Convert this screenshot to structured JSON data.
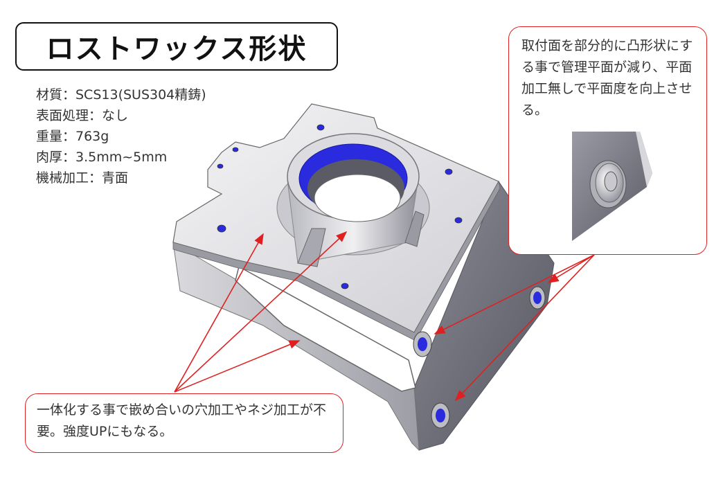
{
  "title": "ロストワックス形状",
  "specs": [
    "材質：SCS13(SUS304精鋳)",
    "表面処理：なし",
    "重量：763g",
    "肉厚：3.5mm~5mm",
    "機械加工：青面"
  ],
  "callouts": {
    "top": "取付面を部分的に凸形状にする事で管理平面が減り、平面加工無しで平面度を向上させる。",
    "bottom": "一体化する事で嵌め合いの穴加工やネジ加工が不要。強度UPにもなる。"
  },
  "colors": {
    "callout_border": "#e02020",
    "arrow": "#e02020",
    "machined_face": "#2a2adf",
    "metal_light": "#e8e8ea",
    "metal_dark": "#6d6d78"
  },
  "icons": [
    "bracket-part-illustration",
    "mounting-hole-closeup-image"
  ]
}
